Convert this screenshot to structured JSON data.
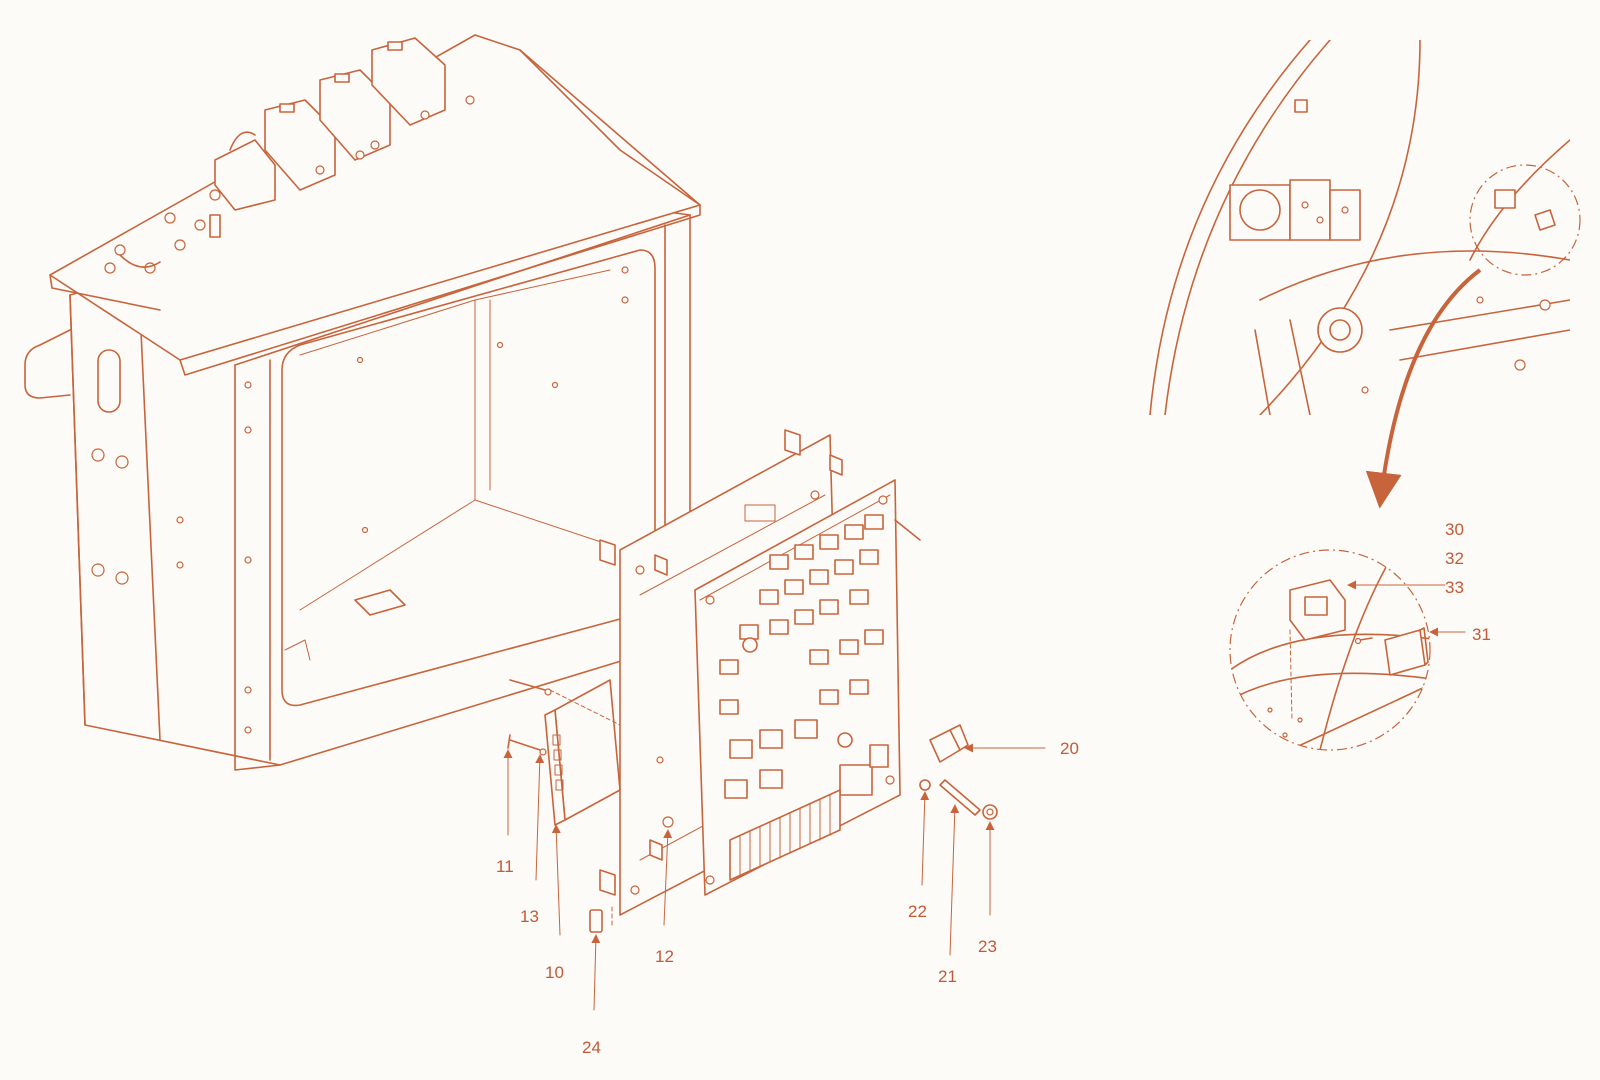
{
  "colors": {
    "line": "#c8643c",
    "label": "#c35a37",
    "background": "#fcfbf8"
  },
  "labels": {
    "p10": "10",
    "p11": "11",
    "p12": "12",
    "p13": "13",
    "p20": "20",
    "p21": "21",
    "p22": "22",
    "p23": "23",
    "p24": "24",
    "p30": "30",
    "p31": "31",
    "p32": "32",
    "p33": "33"
  }
}
